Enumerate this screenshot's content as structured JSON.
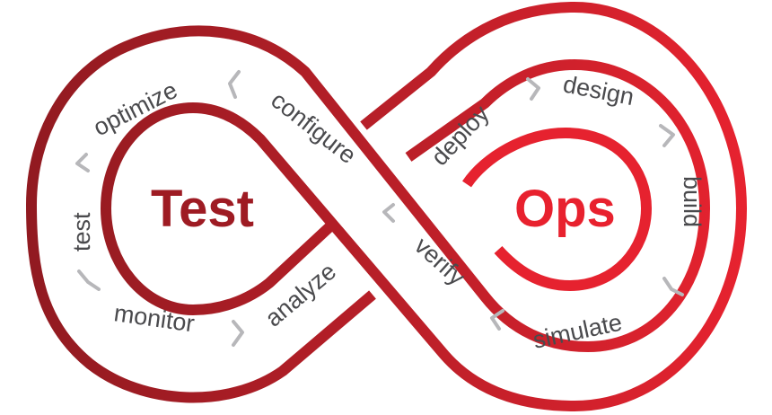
{
  "colors": {
    "left_red": "#9e1b23",
    "right_red": "#e8212e",
    "label_gray": "#4a4a4d",
    "chevron_gray": "#b7b7ba"
  },
  "diagram": {
    "left_title": "Test",
    "right_title": "Ops",
    "steps": {
      "optimize": "optimize",
      "configure": "configure",
      "test": "test",
      "monitor": "monitor",
      "analyze": "analyze",
      "deploy": "deploy",
      "design": "design",
      "build": "build",
      "verify": "verify",
      "simulate": "simulate"
    }
  }
}
